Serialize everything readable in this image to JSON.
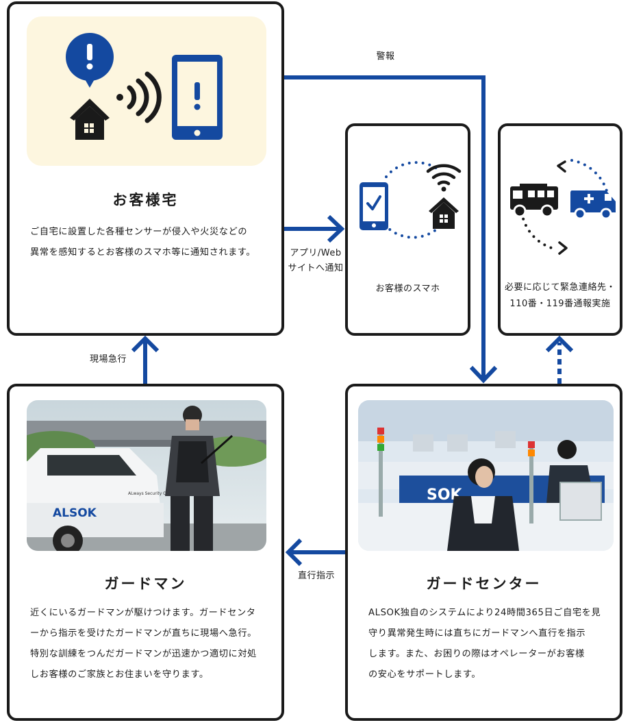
{
  "colors": {
    "accent_blue": "#1449a0",
    "border": "#1a1a1a",
    "hero_background": "#fdf6df"
  },
  "home": {
    "title": "お客様宅",
    "description_lines": [
      "ご自宅に設置した各種センサーが侵入や火災などの",
      "異常を感知するとお客様のスマホ等に通知されます。"
    ],
    "icons": [
      "alert-bubble-icon",
      "house-icon",
      "wifi-signal-icon",
      "smartphone-alert-icon"
    ]
  },
  "phone_card": {
    "label": "お客様のスマホ",
    "icons": [
      "smartphone-check-icon",
      "wifi-icon",
      "house-icon"
    ]
  },
  "emergency_card": {
    "label_lines": [
      "必要に応じて緊急連絡先・",
      "110番・119番通報実施"
    ],
    "icons": [
      "fire-truck-icon",
      "ambulance-icon"
    ]
  },
  "guard": {
    "title": "ガードマン",
    "description_lines": [
      "近くにいるガードマンが駆けつけます。ガードセンタ",
      "ーから指示を受けたガードマンが直ちに現場へ急行。",
      "特別な訓練をつんだガードマンが迅速かつ適切に対処",
      "しお客様のご家族とお住まいを守ります。"
    ],
    "photo": {
      "brand": "ALSOK",
      "vehicle_text": "ALways Security OK"
    }
  },
  "center": {
    "title": "ガードセンター",
    "description_lines": [
      "ALSOK独自のシステムにより24時間365日ご自宅を見",
      "守り異常発生時には直ちにガードマンへ直行を指示",
      "します。また、お困りの際はオペレーターがお客様",
      "の安心をサポートします。"
    ],
    "photo": {
      "signage_text": "SOK"
    }
  },
  "flows": {
    "alarm": "警報",
    "app_notify_lines": [
      "アプリ/Web",
      "サイトへ通知"
    ],
    "rush": "現場急行",
    "dispatch": "直行指示"
  }
}
